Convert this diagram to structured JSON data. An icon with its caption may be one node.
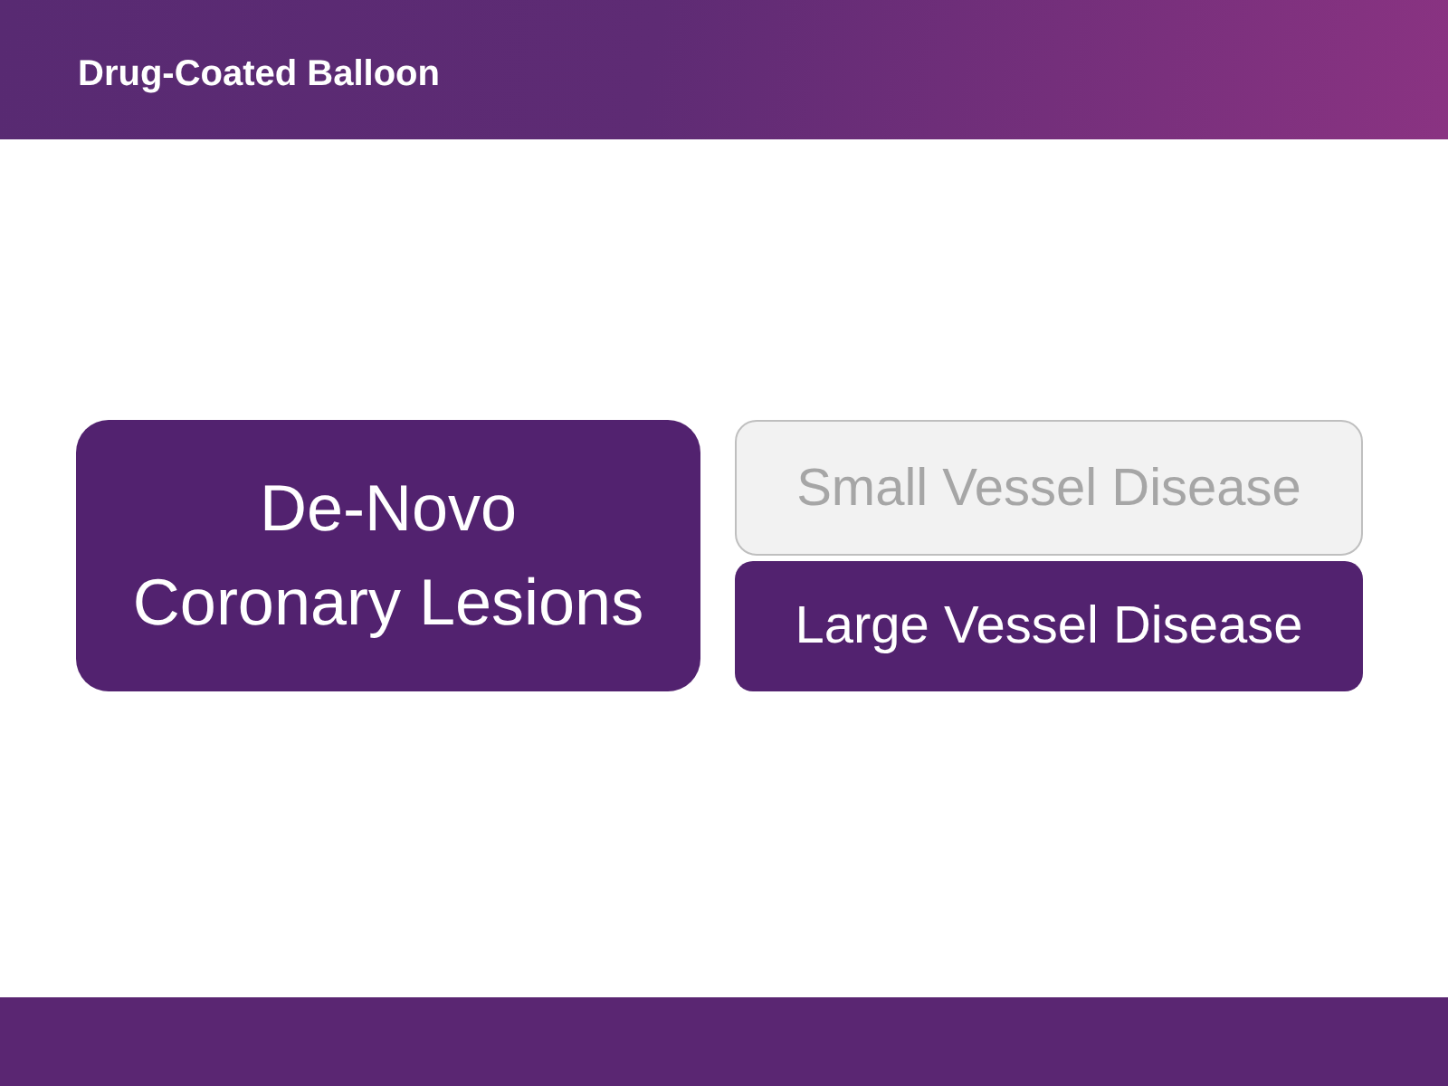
{
  "diagram": {
    "title": "Drug-Coated Balloon",
    "nodes": [
      {
        "text": [
          "De-Novo Coronary Lesions"
        ]
      },
      {
        "text": [
          "Small Vessel Disease"
        ]
      },
      {
        "text": [
          "Large Vessel Disease"
        ]
      }
    ]
  }
}
